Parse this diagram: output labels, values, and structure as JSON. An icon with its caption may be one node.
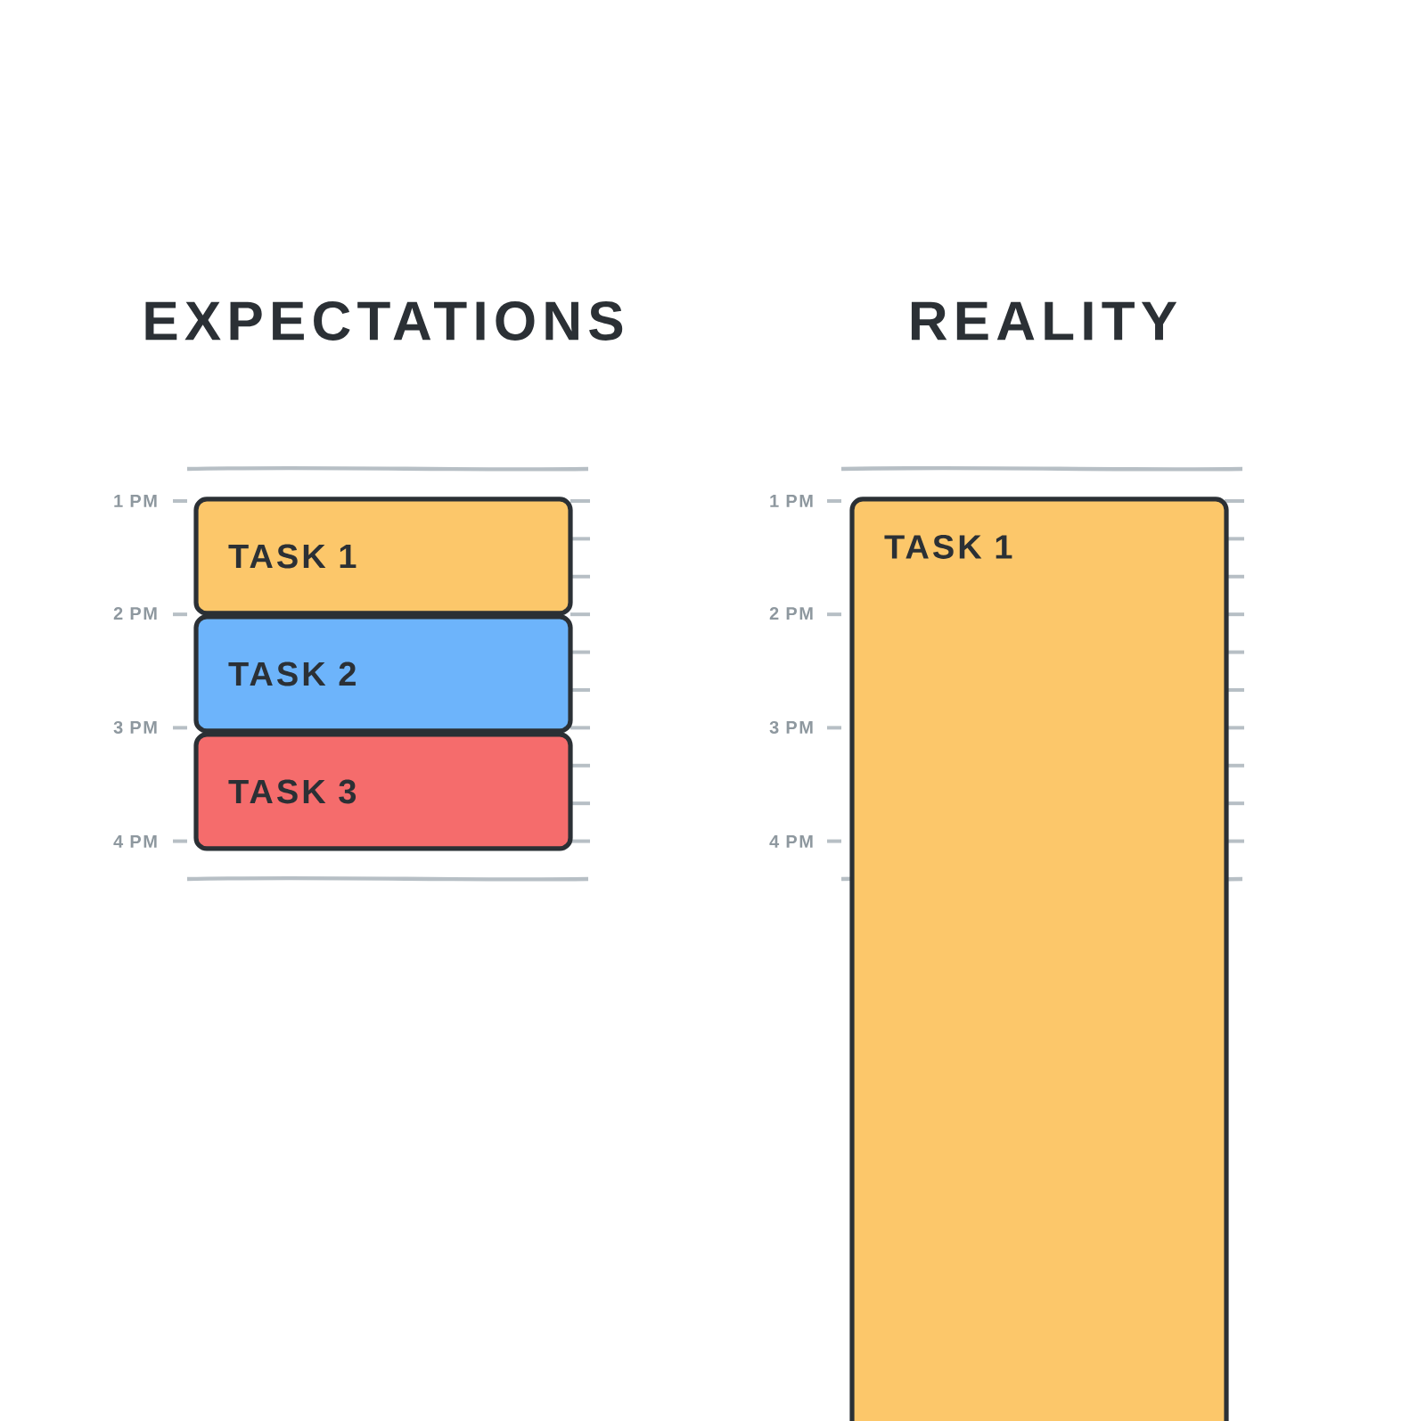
{
  "diagram": {
    "nodes": [
      {
        "text": [
          "TASK 1"
        ]
      },
      {
        "text": [
          "TASK 2"
        ]
      },
      {
        "text": [
          "TASK 3"
        ]
      },
      {
        "text": [
          "TASK 1"
        ]
      }
    ],
    "labels": [
      "EXPECTATIONS",
      "REALITY",
      "1 PM",
      "2 PM",
      "3 PM",
      "4 PM",
      "1 PM",
      "2 PM",
      "3 PM",
      "4 PM"
    ]
  }
}
